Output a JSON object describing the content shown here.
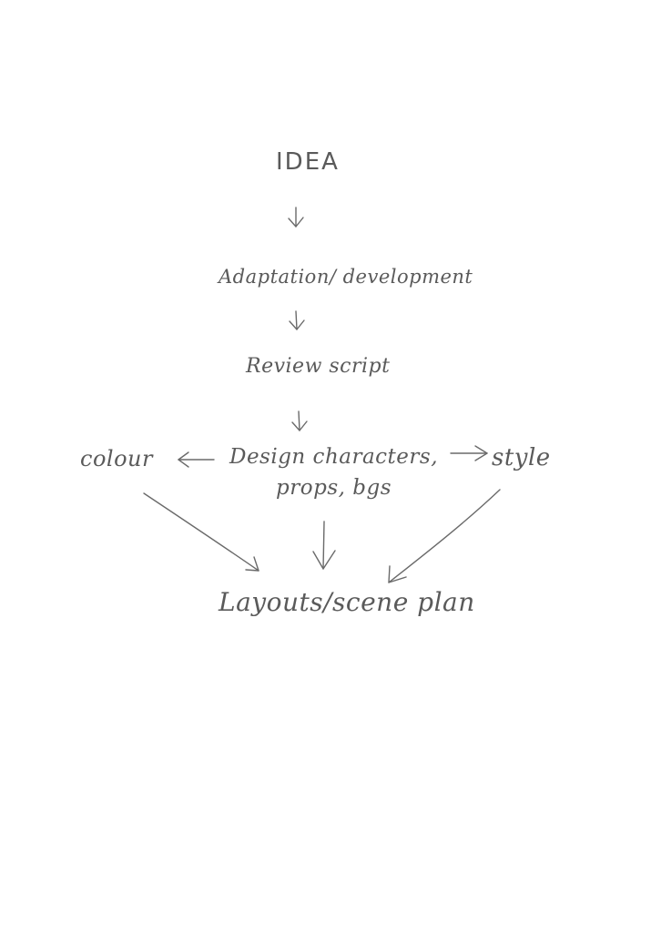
{
  "diagram": {
    "nodes": {
      "idea": "IDEA",
      "adaptation": "Adaptation/ development",
      "review": "Review script",
      "design": "Design characters,\nprops, bgs",
      "colour": "colour",
      "style": "style",
      "layouts": "Layouts/scene plan"
    },
    "edges": [
      {
        "from": "idea",
        "to": "adaptation"
      },
      {
        "from": "adaptation",
        "to": "review"
      },
      {
        "from": "review",
        "to": "design"
      },
      {
        "from": "design",
        "to": "colour"
      },
      {
        "from": "design",
        "to": "style"
      },
      {
        "from": "colour",
        "to": "layouts"
      },
      {
        "from": "design",
        "to": "layouts"
      },
      {
        "from": "style",
        "to": "layouts"
      }
    ],
    "ink_color": "#5a5a5a"
  }
}
